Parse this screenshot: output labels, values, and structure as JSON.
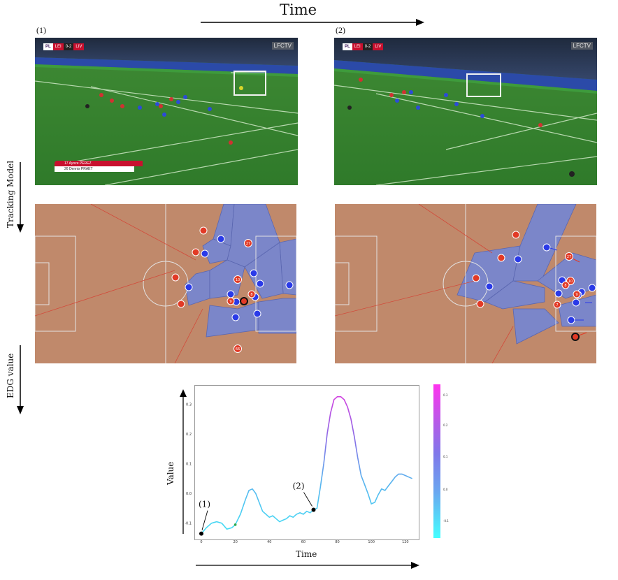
{
  "header": {
    "time_label": "Time"
  },
  "panels": {
    "frame1_label": "(1)",
    "frame2_label": "(2)"
  },
  "left_axis": {
    "tracking_model": "Tracking Model",
    "edg_value": "EDG value"
  },
  "broadcast": {
    "competition": "PL",
    "home": "LEI",
    "score": "0-2",
    "away": "LIV",
    "channel": "LFCTV",
    "caption_line1": "17  Ayoze PEREZ",
    "caption_line2": "26  Dennis PRAET"
  },
  "pitch1_labels": [
    "27",
    "10",
    "9",
    "8",
    "66"
  ],
  "pitch2_labels": [
    "27",
    "10",
    "8",
    "9",
    "7"
  ],
  "colors": {
    "pitch_orange": "#c0896b",
    "voronoi_blue": "#7b86c9",
    "red_player": "#e23a26",
    "blue_player": "#2a3ae8",
    "line_cyan": "#44d9f0",
    "line_magenta": "#d040e0"
  },
  "chart_data": {
    "type": "line",
    "xlabel": "Time",
    "ylabel": "Value",
    "xlim": [
      0,
      125
    ],
    "ylim": [
      -0.15,
      0.35
    ],
    "x_ticks": [
      "0",
      "20",
      "40",
      "60",
      "80",
      "100",
      "120"
    ],
    "y_ticks": [
      "-0.1",
      "0.0",
      "0.1",
      "0.2",
      "0.3"
    ],
    "colorbar_ticks": [
      "0.3",
      "0.2",
      "0.1",
      "0.0",
      "-0.1"
    ],
    "series": [
      {
        "x": [
          0,
          3,
          6,
          9,
          12,
          15,
          18,
          20,
          23,
          26,
          28,
          30,
          32,
          34,
          36,
          38,
          40,
          42,
          44,
          46,
          48,
          50,
          52,
          54,
          56,
          58,
          60,
          62,
          64,
          66,
          68,
          70,
          72,
          74,
          76,
          78,
          80,
          82,
          84,
          86,
          88,
          90,
          92,
          94,
          96,
          98,
          100,
          102,
          104,
          106,
          108,
          110,
          112,
          114,
          116,
          118,
          120,
          122,
          124
        ],
        "y": [
          -0.135,
          -0.115,
          -0.1,
          -0.095,
          -0.1,
          -0.12,
          -0.115,
          -0.105,
          -0.07,
          -0.02,
          0.01,
          0.015,
          0.0,
          -0.03,
          -0.06,
          -0.07,
          -0.08,
          -0.075,
          -0.085,
          -0.095,
          -0.09,
          -0.085,
          -0.075,
          -0.08,
          -0.07,
          -0.065,
          -0.07,
          -0.06,
          -0.065,
          -0.055,
          -0.05,
          0.02,
          0.1,
          0.2,
          0.27,
          0.315,
          0.325,
          0.325,
          0.315,
          0.29,
          0.25,
          0.19,
          0.12,
          0.06,
          0.03,
          0.0,
          -0.035,
          -0.03,
          -0.005,
          0.015,
          0.01,
          0.025,
          0.04,
          0.055,
          0.065,
          0.065,
          0.06,
          0.055,
          0.05
        ]
      }
    ],
    "annotations": [
      {
        "label": "(1)",
        "x": 0,
        "y": -0.135
      },
      {
        "label": "(2)",
        "x": 66,
        "y": -0.055
      }
    ]
  }
}
